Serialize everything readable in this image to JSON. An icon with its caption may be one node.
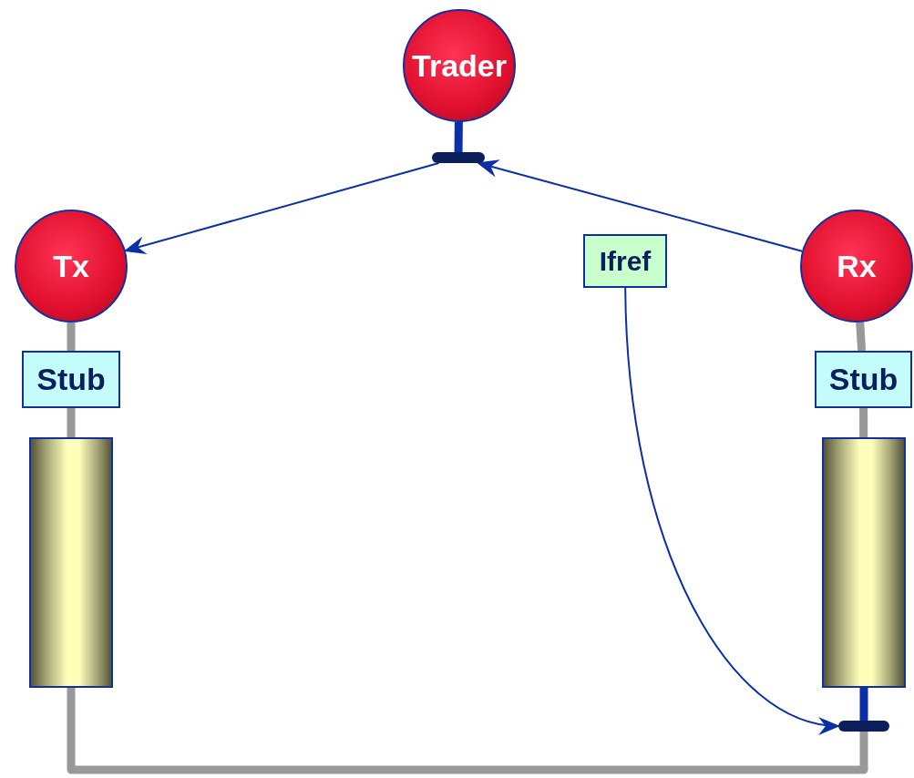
{
  "diagram": {
    "nodes": [
      {
        "text": [
          "Trader"
        ]
      },
      {
        "text": [],
        "shape": "bar"
      },
      {
        "text": [
          "Tx"
        ]
      },
      {
        "text": [
          "Ifref"
        ]
      },
      {
        "text": [
          "Rx"
        ]
      },
      {
        "text": [
          "Stub"
        ]
      },
      {
        "text": [
          "Stub"
        ]
      },
      {
        "text": [],
        "shape": "cylinder"
      },
      {
        "text": [],
        "shape": "cylinder"
      },
      {
        "text": [],
        "shape": "bar"
      }
    ],
    "edges": [
      {
        "from": 0,
        "to": 1,
        "arrow": "none"
      },
      {
        "from": 1,
        "to": 2,
        "arrow": "to"
      },
      {
        "from": 4,
        "to": 1,
        "arrow": "to"
      },
      {
        "from": 3,
        "to": 9,
        "arrow": "to"
      },
      {
        "from": 2,
        "to": 5,
        "arrow": "none",
        "color": "#999999"
      },
      {
        "from": 5,
        "to": 7,
        "arrow": "none",
        "color": "#999999"
      },
      {
        "from": 7,
        "to": 9,
        "arrow": "none",
        "color": "#999999"
      },
      {
        "from": 4,
        "to": 6,
        "arrow": "none",
        "color": "#999999"
      },
      {
        "from": 6,
        "to": 8,
        "arrow": "none",
        "color": "#999999"
      },
      {
        "from": 8,
        "to": 9,
        "arrow": "none"
      }
    ]
  }
}
